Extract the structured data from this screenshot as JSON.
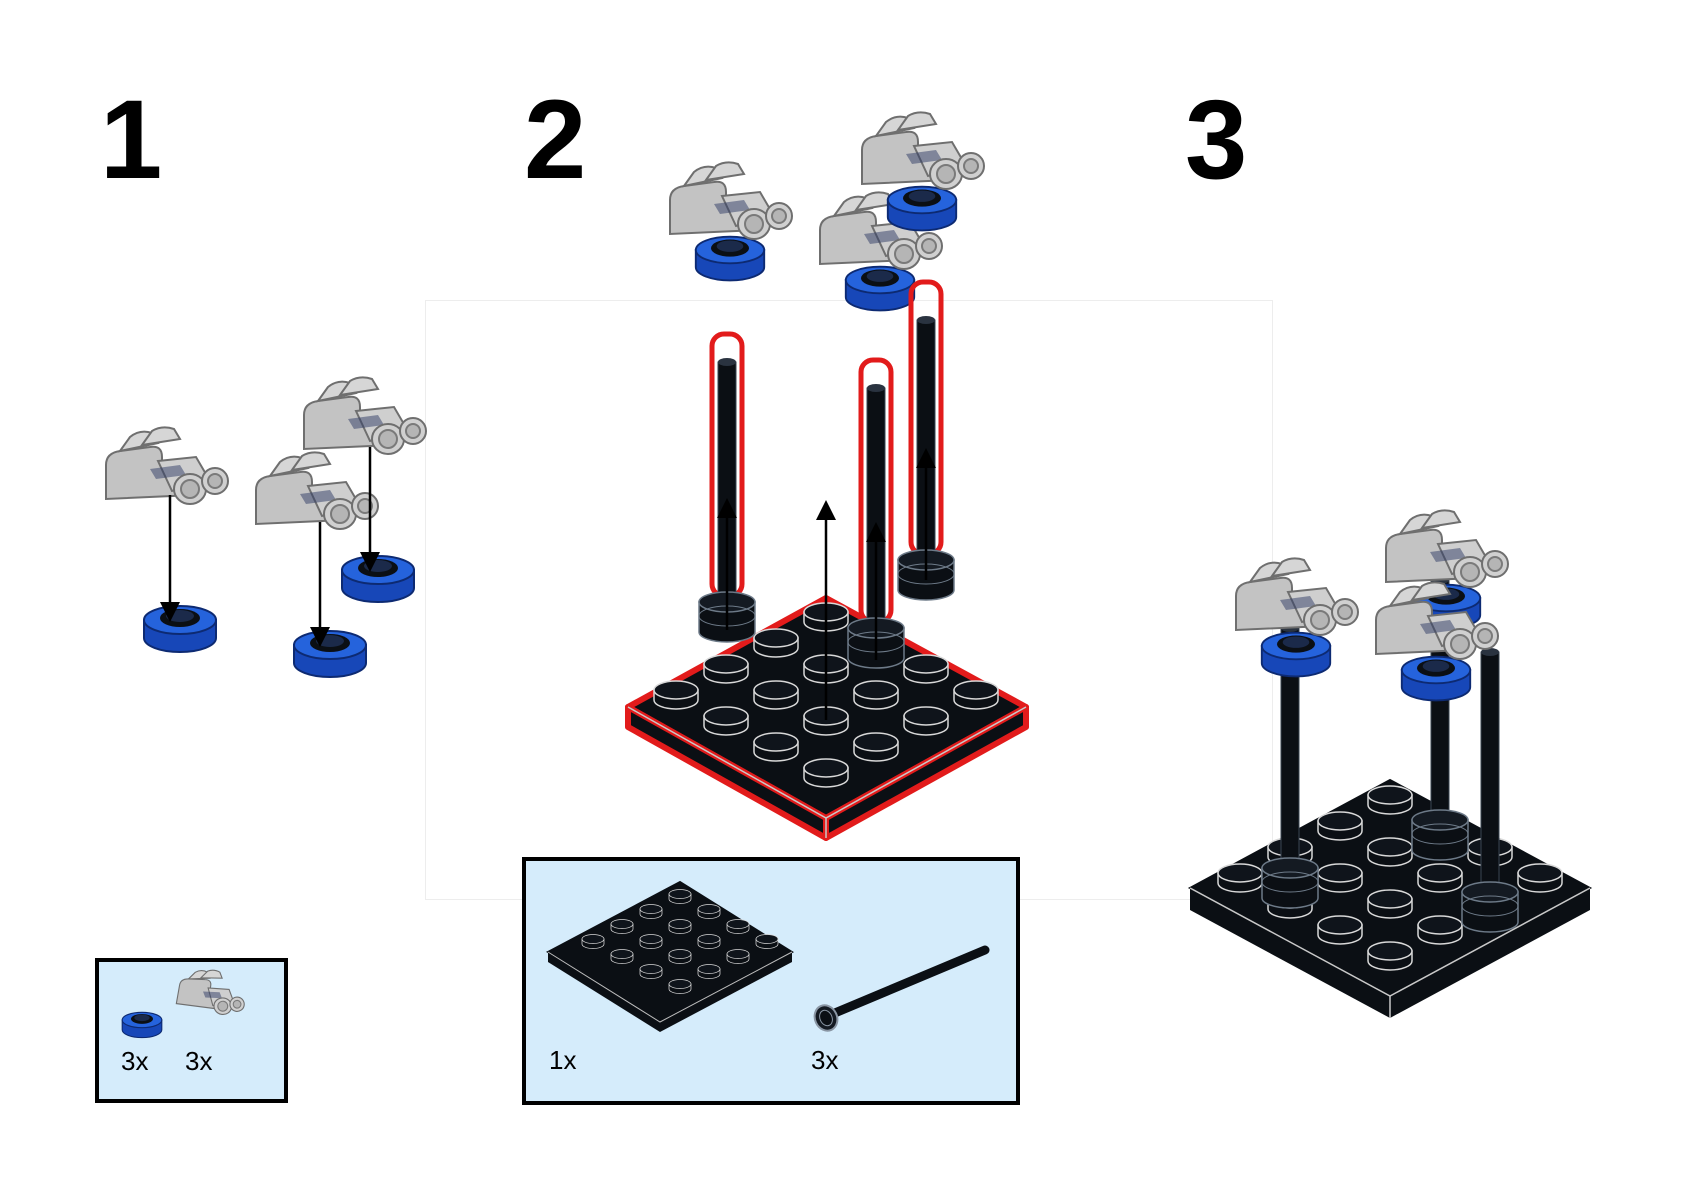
{
  "steps": [
    {
      "number": "1",
      "parts": [
        {
          "qty": "3x",
          "part": "round-plate-blue"
        },
        {
          "qty": "3x",
          "part": "binoculars-gray"
        }
      ]
    },
    {
      "number": "2",
      "parts": [
        {
          "qty": "1x",
          "part": "plate-4x4-black"
        },
        {
          "qty": "3x",
          "part": "antenna-black"
        }
      ]
    },
    {
      "number": "3"
    }
  ],
  "colors": {
    "blue": "#1a5fd6",
    "gray": "#b9b9b9",
    "black": "#0b0f14",
    "highlight": "#e21b1b",
    "panel": "#d5ecfb"
  }
}
